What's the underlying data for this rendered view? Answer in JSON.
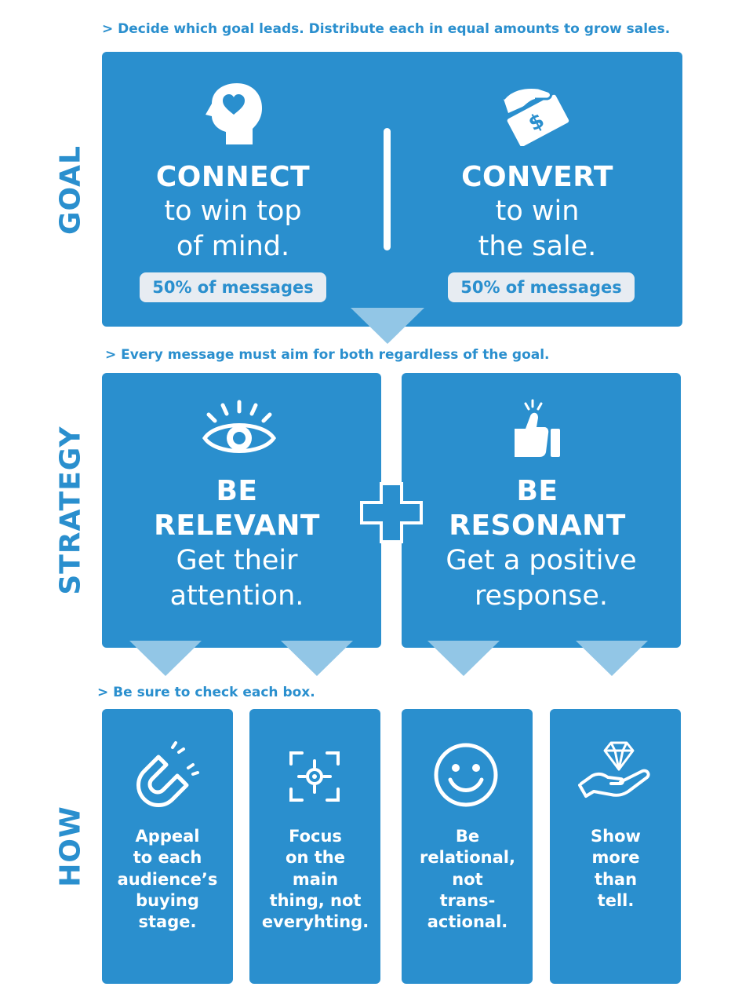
{
  "notes": {
    "goal": "> Decide which goal leads. Distribute each in equal amounts to grow sales.",
    "strategy": "> Every message must aim for both regardless of the goal.",
    "how": "> Be sure to check each box."
  },
  "sections": {
    "goal": "GOAL",
    "strategy": "STRATEGY",
    "how": "HOW"
  },
  "goal": {
    "connect": {
      "title": "CONNECT",
      "line1": "to win top",
      "line2": "of mind.",
      "pill": "50% of messages",
      "icon": "head-heart-icon"
    },
    "convert": {
      "title": "CONVERT",
      "line1": "to win",
      "line2": "the sale.",
      "pill": "50% of messages",
      "icon": "hand-money-icon"
    }
  },
  "strategy": {
    "relevant": {
      "title1": "BE",
      "title2": "RELEVANT",
      "line1": "Get their",
      "line2": "attention.",
      "icon": "eye-icon"
    },
    "resonant": {
      "title1": "BE",
      "title2": "RESONANT",
      "line1": "Get a positive",
      "line2": "response.",
      "icon": "thumbs-up-icon"
    }
  },
  "how": [
    {
      "lines": [
        "Appeal",
        "to each",
        "audience’s",
        "buying",
        "stage."
      ],
      "icon": "magnet-icon"
    },
    {
      "lines": [
        "Focus",
        "on the",
        "main",
        "thing, not",
        "everyhting."
      ],
      "icon": "focus-target-icon"
    },
    {
      "lines": [
        "Be",
        "relational,",
        "not",
        "trans-",
        "actional."
      ],
      "icon": "smiley-icon"
    },
    {
      "lines": [
        "Show",
        "more",
        "than",
        "tell."
      ],
      "icon": "hand-diamond-icon"
    }
  ],
  "colors": {
    "primary": "#2a8fce",
    "arrow": "#92c6e6",
    "pill": "#e7ecf2"
  }
}
